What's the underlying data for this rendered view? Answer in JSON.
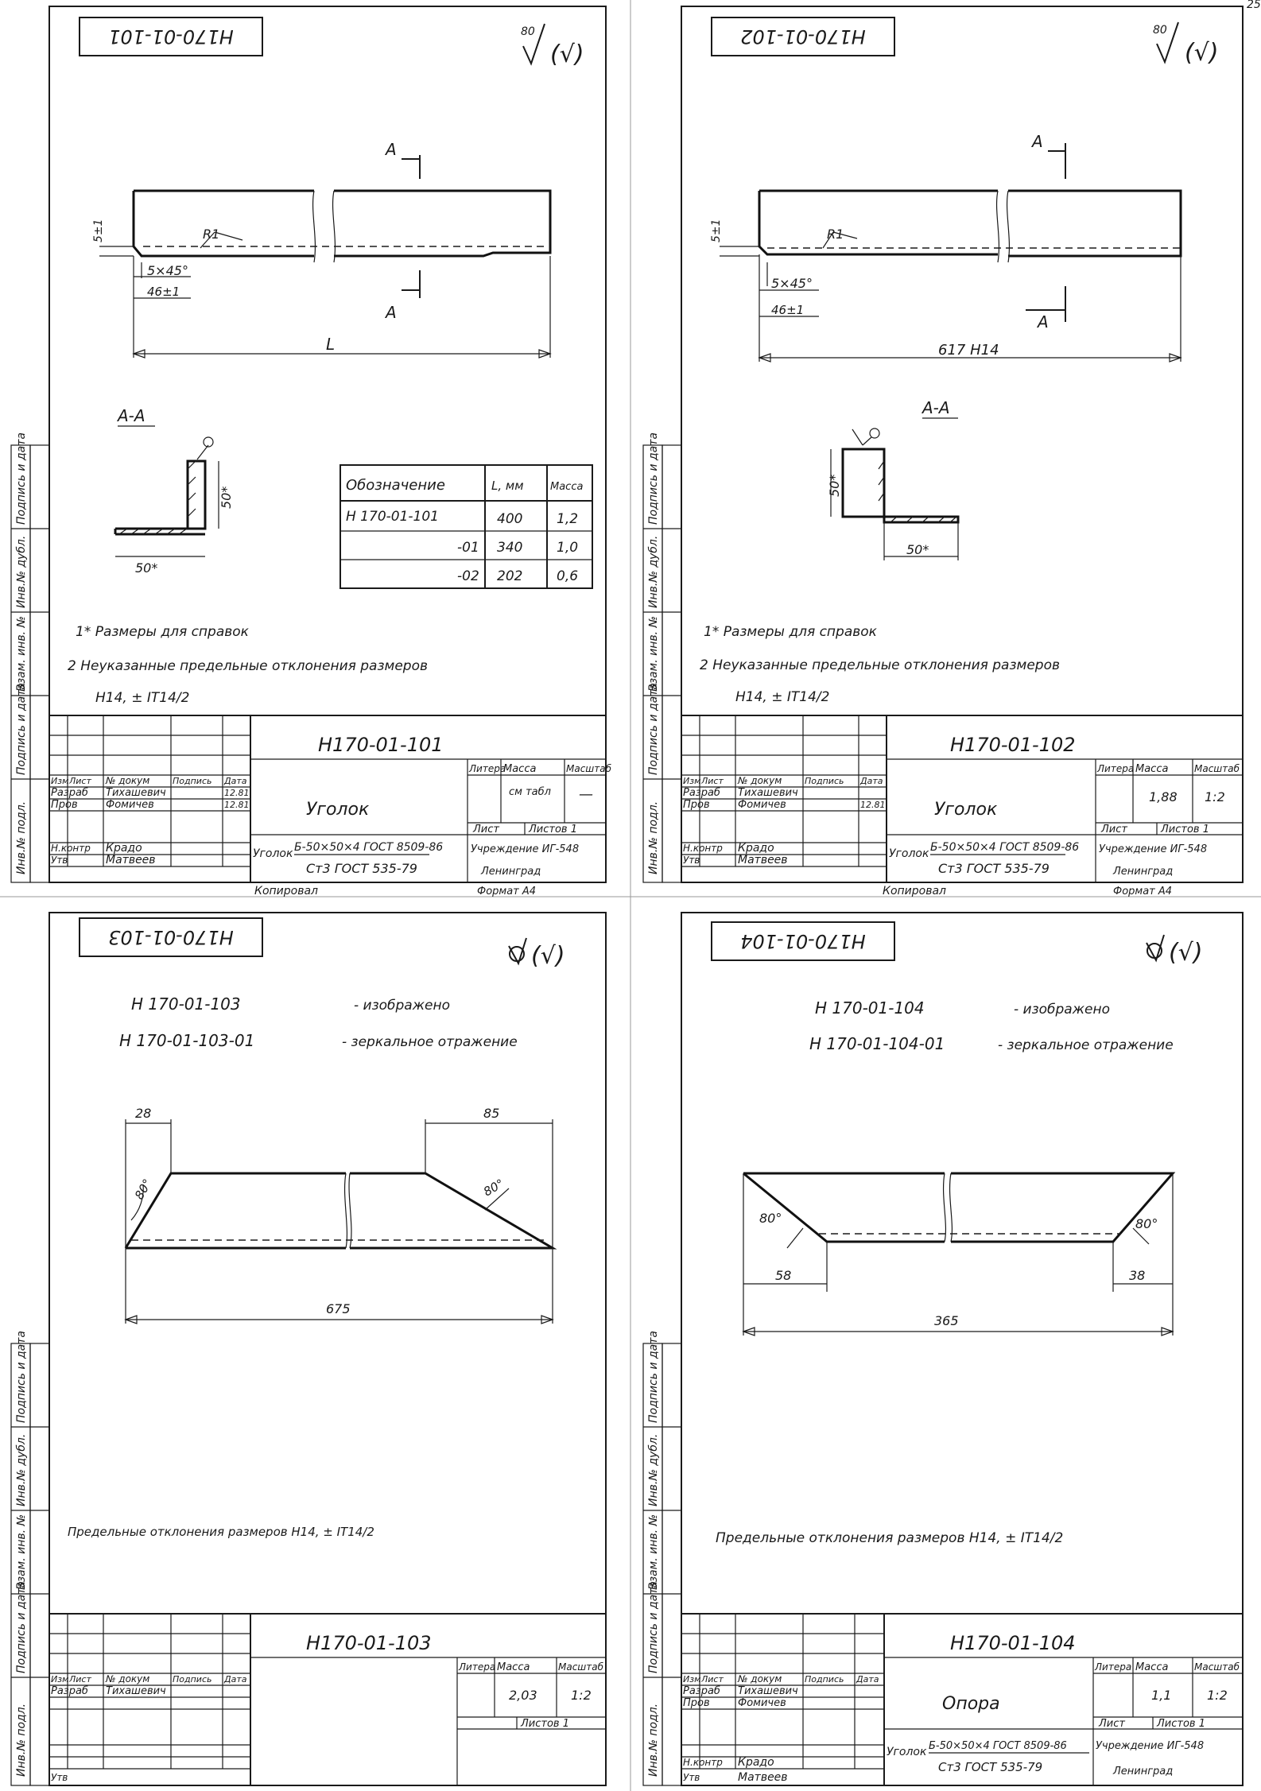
{
  "page_corner_number": "25",
  "sheets": [
    {
      "top_stamp": "Н170-01-101",
      "roughness": "80",
      "roughness_paren": "(√)",
      "section_mark": "А",
      "section_title": "А-А",
      "dims": {
        "chamfer_height": "5±1",
        "radius": "R1",
        "chamfer": "5×45°",
        "edge_len": "46±1",
        "length": "L",
        "leg_v": "50*",
        "leg_h": "50*"
      },
      "table": {
        "headers": [
          "Обозначение",
          "L, мм",
          "Масса"
        ],
        "rows": [
          [
            "Н 170-01-101",
            "400",
            "1,2"
          ],
          [
            "-01",
            "340",
            "1,0"
          ],
          [
            "-02",
            "202",
            "0,6"
          ]
        ]
      },
      "notes": [
        "1* Размеры для справок",
        "2 Неуказанные предельные отклонения размеров",
        "Н14, ± IT14/2"
      ],
      "title_block": {
        "designation": "Н170-01-101",
        "name": "Уголок",
        "headers": [
          "Изм",
          "Лист",
          "№ докум",
          "Подпись",
          "Дата"
        ],
        "razrab_label": "Разраб",
        "razrab_name": "Тихашевич",
        "prov_label": "Пров",
        "prov_name": "Фомичев",
        "nkontr_label": "Н.контр",
        "nkontr_name": "Крадо",
        "utv_label": "Утв",
        "utv_name": "Матвеев",
        "date": "12.81",
        "lit_label": "Литера",
        "mass_label": "Масса",
        "scale_label": "Масштаб",
        "mass_value": "см табл",
        "scale_value": "—",
        "sheet_label": "Лист",
        "sheets_label": "Листов 1",
        "material_name": "Уголок",
        "material_top": "Б-50×50×4 ГОСТ 8509-86",
        "material_bottom": "Ст3 ГОСТ 535-79",
        "org": "Учреждение ИГ-548",
        "city": "Ленинград",
        "copied": "Копировал",
        "format": "Формат А4"
      },
      "side_labels": [
        "Подпись и дата",
        "Инв.№ дубл.",
        "Взам. инв. №",
        "Подпись и дата",
        "Инв.№ подл."
      ]
    },
    {
      "top_stamp": "Н170-01-102",
      "roughness": "80",
      "roughness_paren": "(√)",
      "section_mark": "А",
      "section_title": "А-А",
      "dims": {
        "chamfer_height": "5±1",
        "radius": "R1",
        "chamfer": "5×45°",
        "edge_len": "46±1",
        "length": "617 Н14",
        "leg_v": "50*",
        "leg_h": "50*"
      },
      "notes": [
        "1* Размеры для справок",
        "2 Неуказанные предельные отклонения размеров",
        "Н14, ± IT14/2"
      ],
      "title_block": {
        "designation": "Н170-01-102",
        "name": "Уголок",
        "headers": [
          "Изм",
          "Лист",
          "№ докум",
          "Подпись",
          "Дата"
        ],
        "razrab_label": "Разраб",
        "razrab_name": "Тихашевич",
        "prov_label": "Пров",
        "prov_name": "Фомичев",
        "nkontr_label": "Н.контр",
        "nkontr_name": "Крадо",
        "utv_label": "Утв",
        "utv_name": "Матвеев",
        "date": "12.81",
        "lit_label": "Литера",
        "mass_label": "Масса",
        "scale_label": "Масштаб",
        "mass_value": "1,88",
        "scale_value": "1:2",
        "sheet_label": "Лист",
        "sheets_label": "Листов 1",
        "material_name": "Уголок",
        "material_top": "Б-50×50×4 ГОСТ 8509-86",
        "material_bottom": "Ст3 ГОСТ 535-79",
        "org": "Учреждение ИГ-548",
        "city": "Ленинград",
        "copied": "Копировал",
        "format": "Формат А4"
      },
      "side_labels": [
        "Подпись и дата",
        "Инв.№ дубл.",
        "Взам. инв. №",
        "Подпись и дата",
        "Инв.№ подл."
      ]
    },
    {
      "top_stamp": "Н170-01-103",
      "roughness_paren": "(√)",
      "variant_1": "Н 170-01-103",
      "variant_1_desc": "- изображено",
      "variant_2": "Н 170-01-103-01",
      "variant_2_desc": "- зеркальное отражение",
      "dims": {
        "left_top": "28",
        "right_top": "85",
        "left_angle": "80°",
        "right_angle": "80°",
        "length": "675"
      },
      "note": "Предельные отклонения размеров Н14, ± IT14/2",
      "title_block": {
        "designation": "Н170-01-103",
        "headers": [
          "Изм",
          "Лист",
          "№ докум",
          "Подпись",
          "Дата"
        ],
        "razrab_label": "Разраб",
        "razrab_name": "Тихашевич",
        "utv_label": "Утв",
        "lit_label": "Литера",
        "mass_label": "Масса",
        "scale_label": "Масштаб",
        "mass_value": "2,03",
        "scale_value": "1:2",
        "sheets_label": "Листов 1"
      },
      "side_labels": [
        "Подпись и дата",
        "Инв.№ дубл.",
        "Взам. инв. №",
        "Подпись и дата",
        "Инв.№ подл."
      ]
    },
    {
      "top_stamp": "Н170-01-104",
      "roughness_paren": "(√)",
      "variant_1": "Н 170-01-104",
      "variant_1_desc": "- изображено",
      "variant_2": "Н 170-01-104-01",
      "variant_2_desc": "- зеркальное отражение",
      "dims": {
        "left_angle": "80°",
        "right_angle": "80°",
        "left_base": "58",
        "right_base": "38",
        "length": "365"
      },
      "note": "Предельные отклонения размеров Н14, ± IT14/2",
      "title_block": {
        "designation": "Н170-01-104",
        "name": "Опора",
        "headers": [
          "Изм",
          "Лист",
          "№ докум",
          "Подпись",
          "Дата"
        ],
        "razrab_label": "Разраб",
        "razrab_name": "Тихашевич",
        "prov_label": "Пров",
        "prov_name": "Фомичев",
        "nkontr_label": "Н.контр",
        "nkontr_name": "Крадо",
        "utv_label": "Утв",
        "utv_name": "Матвеев",
        "lit_label": "Литера",
        "mass_label": "Масса",
        "scale_label": "Масштаб",
        "mass_value": "1,1",
        "scale_value": "1:2",
        "sheet_label": "Лист",
        "sheets_label": "Листов 1",
        "material_name": "Уголок",
        "material_top": "Б-50×50×4 ГОСТ 8509-86",
        "material_bottom": "Ст3 ГОСТ 535-79",
        "org": "Учреждение ИГ-548",
        "city": "Ленинград"
      },
      "side_labels": [
        "Подпись и дата",
        "Инв.№ дубл.",
        "Взам. инв. №",
        "Подпись и дата",
        "Инв.№ подл."
      ]
    }
  ]
}
